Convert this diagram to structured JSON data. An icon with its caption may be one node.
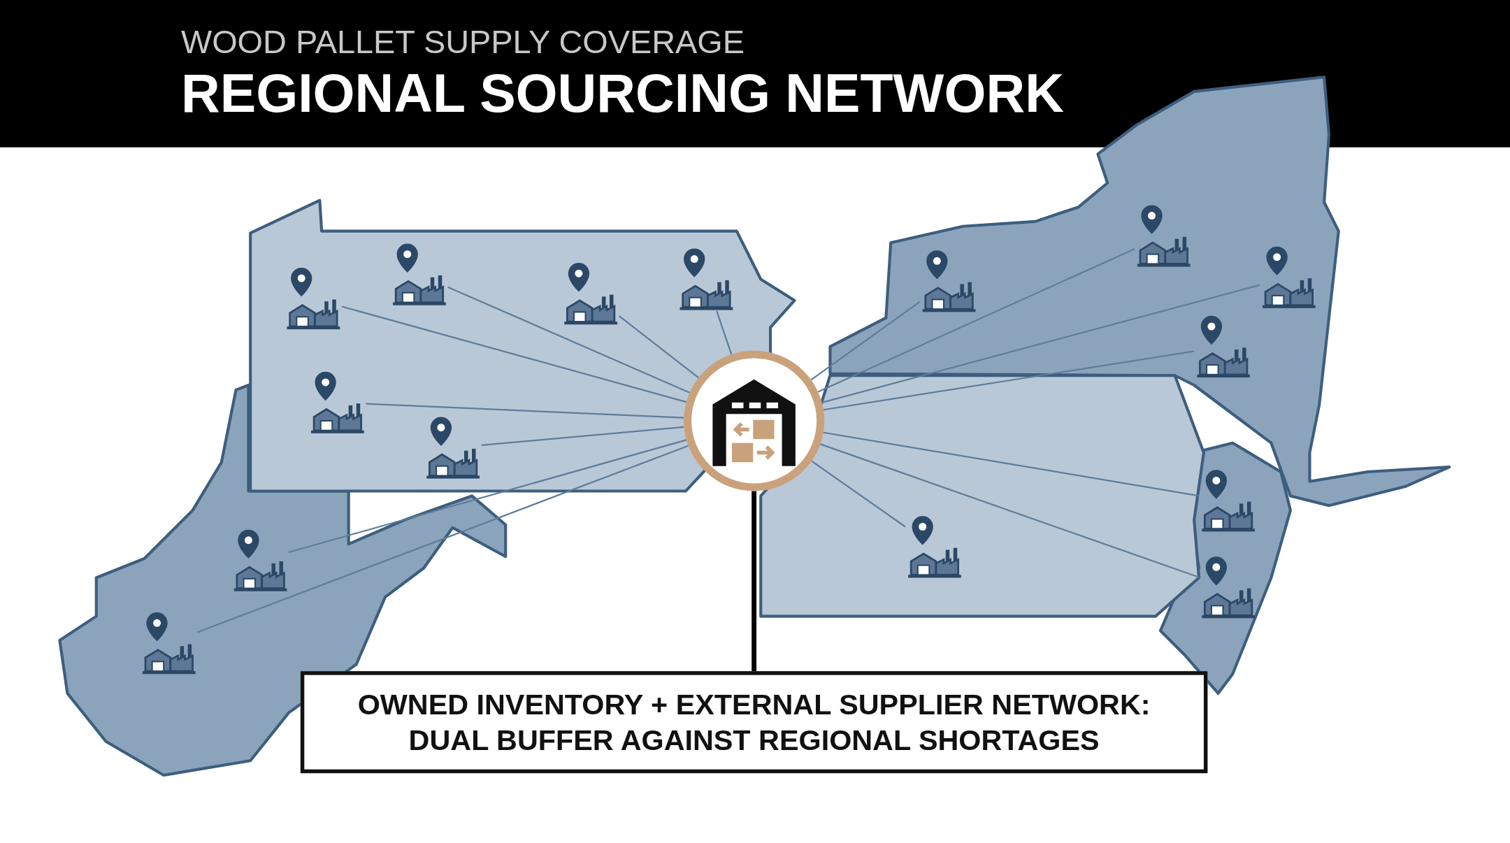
{
  "diagram": {
    "title": "REGIONAL SOURCING NETWORK",
    "nodes": [
      {
        "text": [],
        "shape": "circle"
      },
      {
        "text": [],
        "shape": "picture"
      },
      {
        "text": [],
        "shape": "picture"
      },
      {
        "text": [],
        "shape": "picture"
      },
      {
        "text": [],
        "shape": "picture"
      },
      {
        "text": [],
        "shape": "picture"
      },
      {
        "text": [],
        "shape": "picture"
      },
      {
        "text": [],
        "shape": "picture"
      },
      {
        "text": [],
        "shape": "picture"
      },
      {
        "text": [],
        "shape": "picture"
      },
      {
        "text": [],
        "shape": "picture"
      },
      {
        "text": [],
        "shape": "picture"
      },
      {
        "text": [],
        "shape": "picture"
      },
      {
        "text": [],
        "shape": "picture"
      },
      {
        "text": [],
        "shape": "picture"
      },
      {
        "text": [],
        "shape": "picture"
      },
      {
        "text": [
          "OWNED INVENTORY + EXTERNAL SUPPLIER NETWORK: DUAL BUFFER AGAINST REGIONAL SHORTAGES"
        ]
      }
    ],
    "edges": [
      {
        "from": 1,
        "to": 0,
        "arrow": "none"
      },
      {
        "from": 2,
        "to": 0,
        "arrow": "none"
      },
      {
        "from": 3,
        "to": 0,
        "arrow": "none"
      },
      {
        "from": 4,
        "to": 0,
        "arrow": "none"
      },
      {
        "from": 5,
        "to": 0,
        "arrow": "none"
      },
      {
        "from": 6,
        "to": 0,
        "arrow": "none"
      },
      {
        "from": 7,
        "to": 0,
        "arrow": "none"
      },
      {
        "from": 8,
        "to": 0,
        "arrow": "none"
      },
      {
        "from": 9,
        "to": 0,
        "arrow": "none"
      },
      {
        "from": 10,
        "to": 0,
        "arrow": "none"
      },
      {
        "from": 11,
        "to": 0,
        "arrow": "none"
      },
      {
        "from": 12,
        "to": 0,
        "arrow": "none"
      },
      {
        "from": 13,
        "to": 0,
        "arrow": "none"
      },
      {
        "from": 14,
        "to": 0,
        "arrow": "none"
      },
      {
        "from": 15,
        "to": 0,
        "arrow": "none"
      },
      {
        "from": 0,
        "to": 16,
        "arrow": "none",
        "style": "thick",
        "color": "#000000"
      }
    ],
    "labels": [
      "WOOD PALLET SUPPLY COVERAGE"
    ]
  }
}
